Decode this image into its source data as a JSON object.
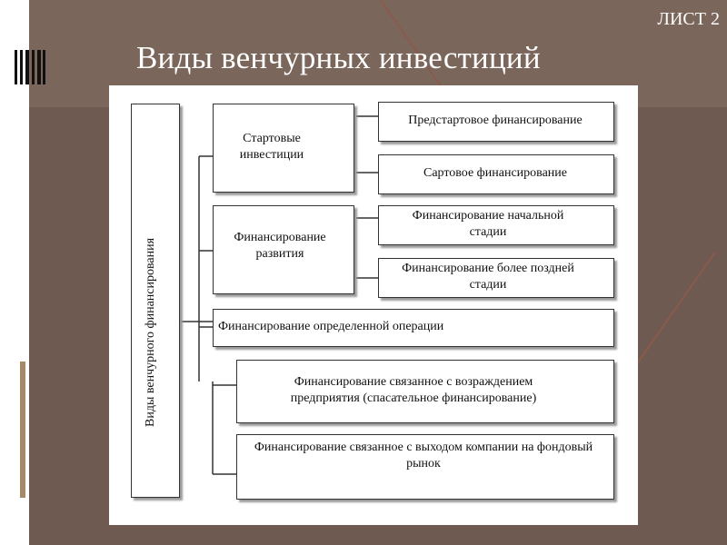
{
  "slide": {
    "sheet_label": "ЛИСТ 2",
    "title": "Виды венчурных инвестиций"
  },
  "diagram": {
    "root": "Виды венчурного финансирования",
    "groups": [
      {
        "label": "Стартовые инвестиции",
        "children": [
          "Предстартовое финансирование",
          "Сартовое финансирование"
        ]
      },
      {
        "label": "Финансирование развития",
        "children": [
          "Финансирование начальной стадии",
          "Финансирование более поздней стадии"
        ]
      }
    ],
    "items": [
      "Финансирование определенной операции",
      "Финансирование связанное с возраждением предприятия (спасательное финансирование)",
      "Финансирование связанное с выходом компании на фондовый рынок"
    ]
  }
}
